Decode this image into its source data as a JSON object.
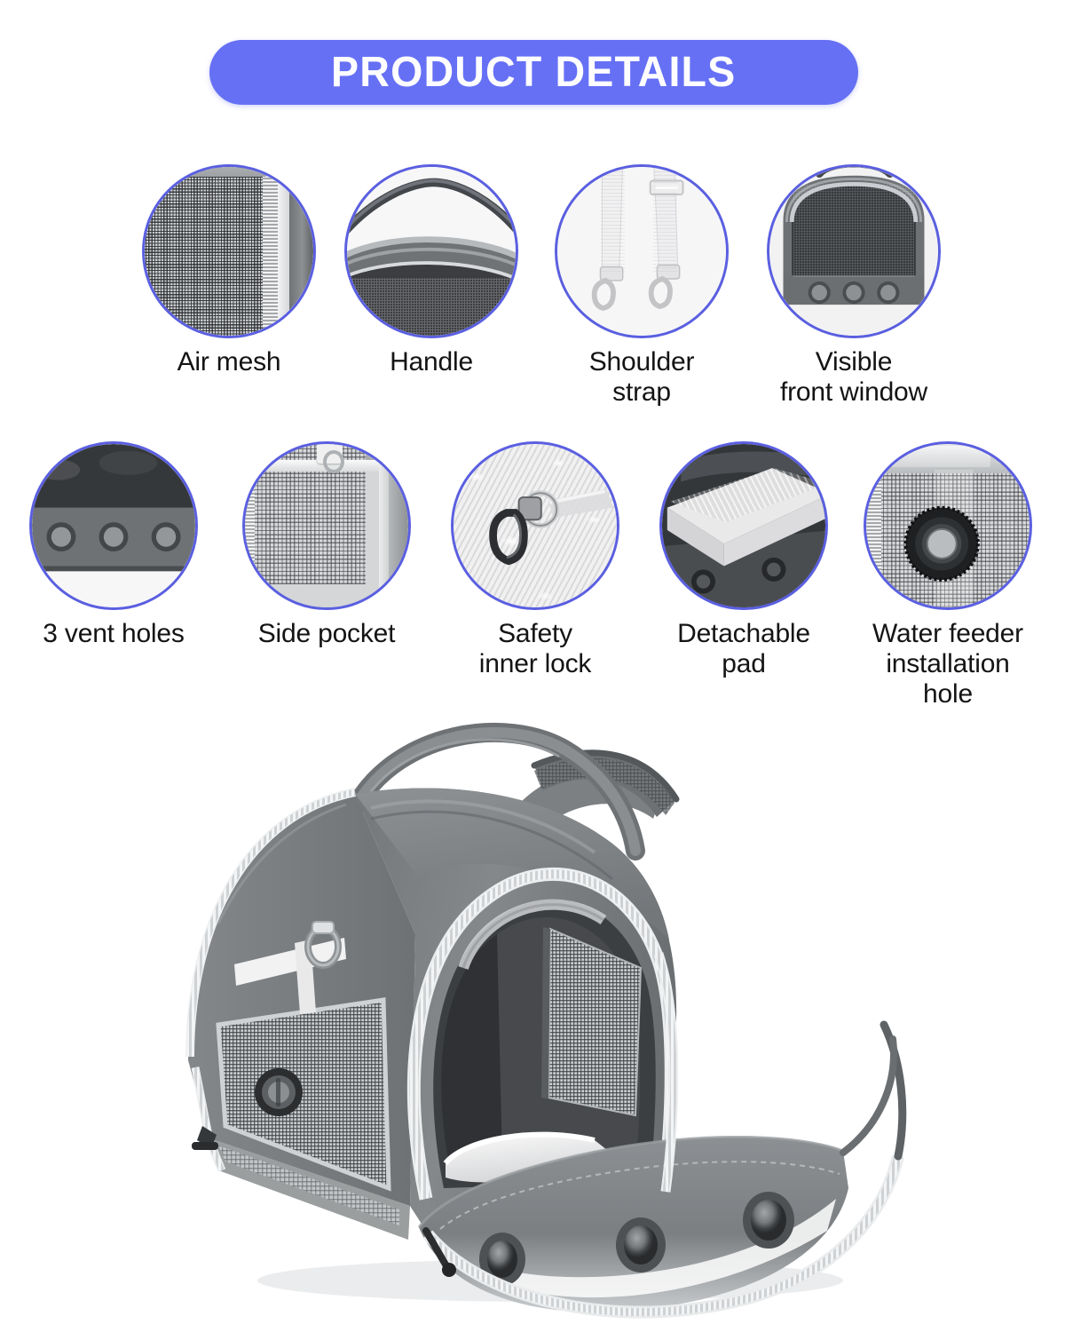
{
  "banner": {
    "title": "PRODUCT DETAILS",
    "background_color": "#6670F5",
    "text_color": "#FDFDFF"
  },
  "theme": {
    "ring_color": "#5A5FE0",
    "label_color": "#141414",
    "page_background": "#FFFFFF",
    "product_body_gray": "#7E8284",
    "product_dark_interior": "#3A3C3E",
    "mesh_gray": "#C9CCCE",
    "fleece_white": "#EDEDEE"
  },
  "features": {
    "row1": [
      {
        "id": "air-mesh",
        "label": "Air mesh",
        "art": "mesh-fine"
      },
      {
        "id": "handle",
        "label": "Handle",
        "art": "handle"
      },
      {
        "id": "shoulder-strap",
        "label": "Shoulder\nstrap",
        "art": "strap"
      },
      {
        "id": "visible-front-window",
        "label": "Visible\nfront window",
        "art": "window"
      }
    ],
    "row2": [
      {
        "id": "3-vent-holes",
        "label": "3 vent holes",
        "art": "vents"
      },
      {
        "id": "side-pocket",
        "label": "Side pocket",
        "art": "pocket"
      },
      {
        "id": "safety-inner-lock",
        "label": "Safety\ninner lock",
        "art": "lock"
      },
      {
        "id": "detachable-pad",
        "label": "Detachable\npad",
        "art": "pad"
      },
      {
        "id": "water-feeder-installation-hole",
        "label": "Water feeder\ninstallation hole",
        "art": "feeder"
      }
    ]
  },
  "product_photo": {
    "name": "pet-carrier",
    "description": "Gray collapsible pet carrier, front flap unzipped and folded down",
    "visible_parts": [
      "top carry handle",
      "shoulder strap pad",
      "side air mesh panel",
      "strap D-ring",
      "perimeter zipper",
      "front flap with 3 vent holes",
      "white fleece pad",
      "interior mesh divider"
    ],
    "vent_hole_count": 3
  }
}
